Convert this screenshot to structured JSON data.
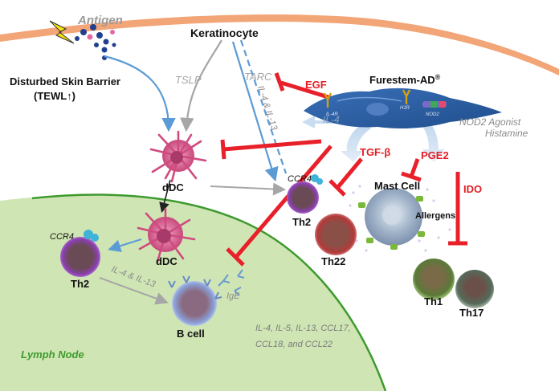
{
  "labels": {
    "antigen": "Antigen",
    "keratinocyte": "Keratinocyte",
    "skin_barrier_line1": "Disturbed Skin Barrier",
    "skin_barrier_line2": "(TEWL↑)",
    "tslp": "TSLP",
    "tarc": "TARC",
    "il4_il13_vertical": "IL-4 & IL-13",
    "egf": "EGF",
    "furestem": "Furestem-AD",
    "furestem_mark": "®",
    "il4": "IL-4",
    "il4r": "IL-4R",
    "h1r": "H1R",
    "nod2": "NOD2",
    "nod2_agonist_line1": "NOD2 Agonist",
    "nod2_agonist_line2": "Histamine",
    "tgf_beta": "TGF-β",
    "pge2": "PGE2",
    "ido": "IDO",
    "ddc_upper": "dDC",
    "ccr4_upper": "CCR4",
    "th2_upper": "Th2",
    "mast_cell": "Mast Cell",
    "allergens": "Allergens",
    "th22": "Th22",
    "th1": "Th1",
    "th17": "Th17",
    "ccr4_lower": "CCR4",
    "th2_lower": "Th2",
    "ddc_lower": "dDC",
    "il4_il13_diag": "IL-4 & IL-13",
    "ige": "IgE",
    "b_cell": "B cell",
    "cytokines_line1": "IL-4,  IL-5,  IL-13,  CCL17,",
    "cytokines_line2": "CCL18, and CCL22",
    "lymph_node": "Lymph Node"
  },
  "colors": {
    "skin_layer": "#f2a576",
    "lymph_node_fill": "#cfe6b4",
    "lymph_node_edge": "#3e9a2e",
    "inhibit_red": "#e8202a",
    "signal_blue": "#5b9bd5",
    "signal_gray": "#a6a6a6",
    "dc_pink": "#d8568a",
    "text_red": "#e31e24"
  }
}
